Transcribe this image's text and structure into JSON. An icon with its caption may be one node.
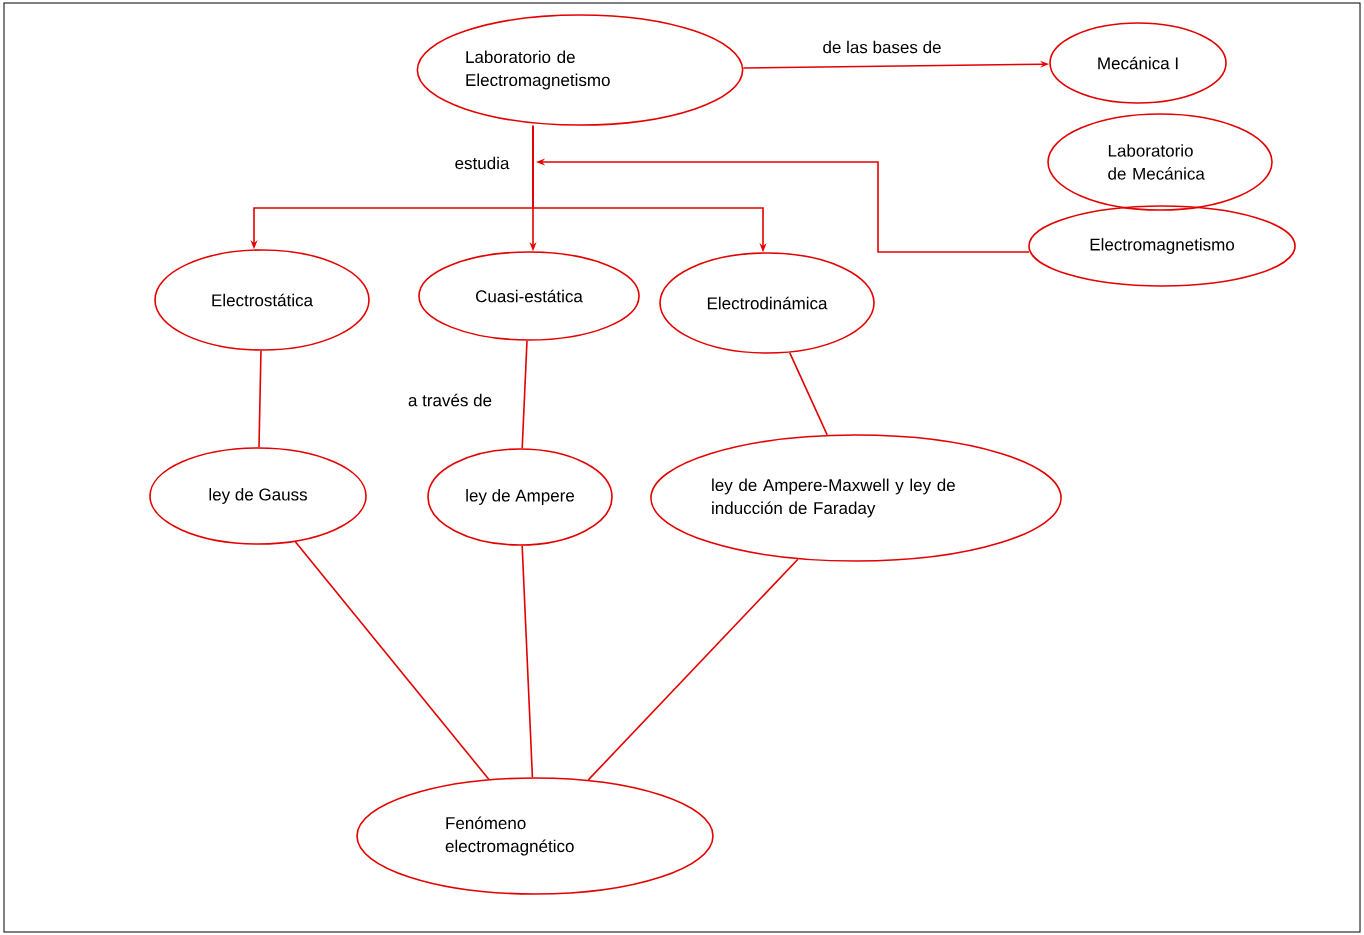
{
  "diagram": {
    "nodes": [
      {
        "text": [
          "Laboratorio de Electromagnetismo"
        ]
      },
      {
        "text": [
          "Mecánica I"
        ]
      },
      {
        "text": [
          "Laboratorio de Mecánica"
        ]
      },
      {
        "text": [
          "Electromagnetismo"
        ]
      },
      {
        "text": [
          "Electrostática"
        ]
      },
      {
        "text": [
          "Cuasi-estática"
        ]
      },
      {
        "text": [
          "Electrodinámica"
        ]
      },
      {
        "text": [
          "ley de Gauss"
        ]
      },
      {
        "text": [
          "ley de Ampere"
        ]
      },
      {
        "text": [
          "ley de Ampere-Maxwell y ley de inducción de Faraday"
        ]
      },
      {
        "text": [
          "Fenómeno electromagnético"
        ]
      }
    ],
    "edges": [
      {
        "from": 0,
        "to": 1,
        "arrow": "to",
        "label": "de las bases de"
      },
      {
        "from": 0,
        "to": 4,
        "arrow": "to"
      },
      {
        "from": 0,
        "to": 5,
        "arrow": "to",
        "label": "estudia"
      },
      {
        "from": 0,
        "to": 6,
        "arrow": "to"
      },
      {
        "from": 3,
        "to": null,
        "arrow": "to"
      },
      {
        "from": 4,
        "to": 7,
        "arrow": "none"
      },
      {
        "from": 5,
        "to": 8,
        "arrow": "none",
        "label": "a través de"
      },
      {
        "from": 6,
        "to": 9,
        "arrow": "none"
      },
      {
        "from": 7,
        "to": 10,
        "arrow": "none"
      },
      {
        "from": 8,
        "to": 10,
        "arrow": "none"
      },
      {
        "from": 9,
        "to": 10,
        "arrow": "none"
      }
    ]
  }
}
